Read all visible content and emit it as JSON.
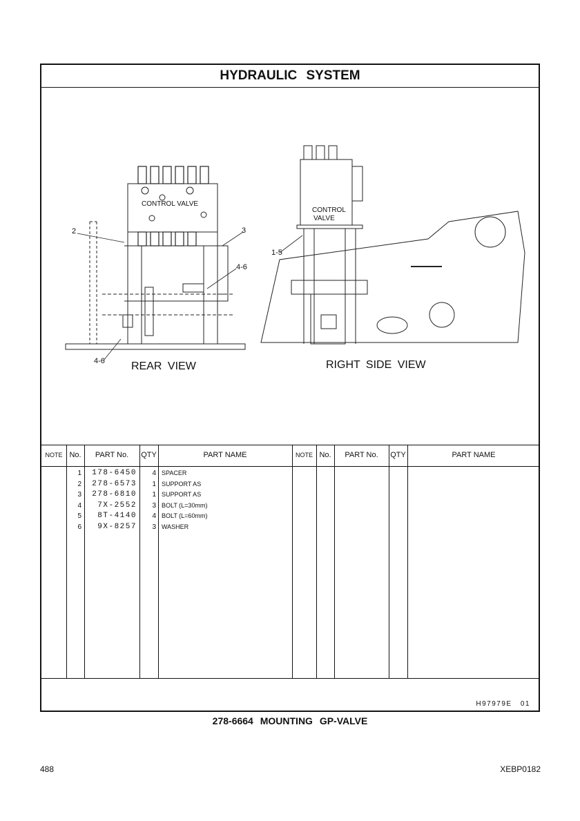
{
  "title": "HYDRAULIC SYSTEM",
  "drawing": {
    "rear_view_label": "REAR VIEW",
    "right_side_view_label": "RIGHT SIDE VIEW",
    "control_valve_rear": "CONTROL VALVE",
    "control_valve_side_1": "CONTROL",
    "control_valve_side_2": "VALVE",
    "callouts": [
      "2",
      "3",
      "4-6",
      "4-6",
      "1-5"
    ]
  },
  "table": {
    "headers": {
      "note": "NOTE",
      "no": "No.",
      "part_no": "PART No.",
      "qty": "QTY",
      "part_name": "PART NAME"
    },
    "rows": [
      {
        "no": "1",
        "part_no": "178-6450",
        "qty": "4",
        "name": "SPACER"
      },
      {
        "no": "2",
        "part_no": "278-6573",
        "qty": "1",
        "name": "SUPPORT AS"
      },
      {
        "no": "3",
        "part_no": "278-6810",
        "qty": "1",
        "name": "SUPPORT AS"
      },
      {
        "no": "4",
        "part_no": "7X-2552",
        "qty": "3",
        "name": "BOLT (L=30mm)"
      },
      {
        "no": "5",
        "part_no": "8T-4140",
        "qty": "4",
        "name": "BOLT (L=60mm)"
      },
      {
        "no": "6",
        "part_no": "9X-8257",
        "qty": "3",
        "name": "WASHER"
      }
    ]
  },
  "footer_code": "H97979E 01",
  "caption": "278-6664 MOUNTING GP-VALVE",
  "page_number": "488",
  "doc_code": "XEBP0182"
}
